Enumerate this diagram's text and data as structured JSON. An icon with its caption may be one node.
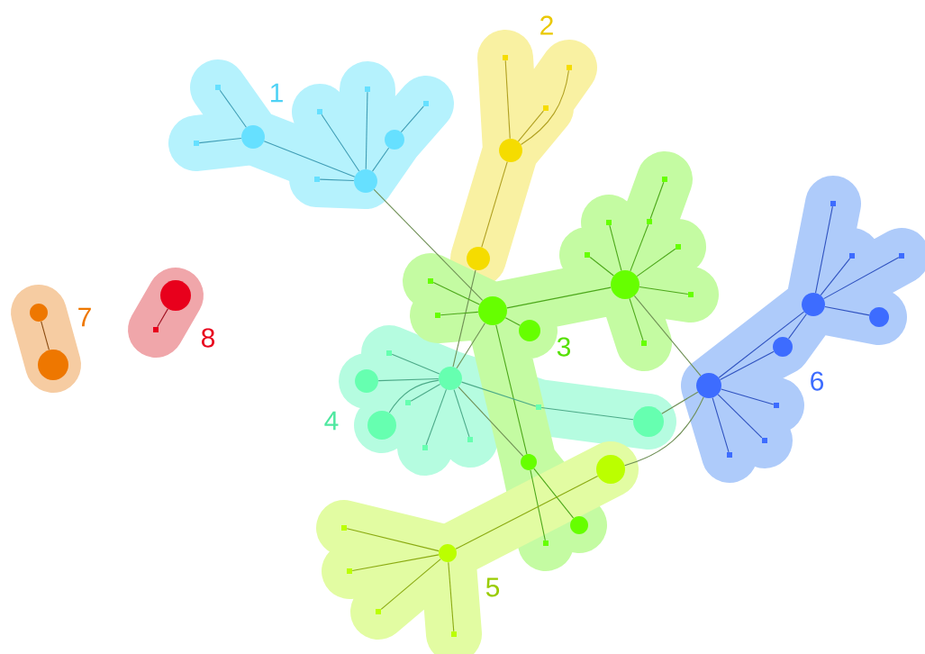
{
  "diagram": {
    "nodes": [
      {
        "text": [],
        "shape": "circle"
      },
      {
        "text": [],
        "shape": "box"
      },
      {
        "text": [],
        "shape": "box"
      },
      {
        "text": [],
        "shape": "circle"
      },
      {
        "text": [],
        "shape": "box"
      },
      {
        "text": [],
        "shape": "box"
      },
      {
        "text": [],
        "shape": "circle"
      },
      {
        "text": [],
        "shape": "box"
      },
      {
        "text": [],
        "shape": "box"
      },
      {
        "text": [],
        "shape": "box"
      },
      {
        "text": [],
        "shape": "box"
      },
      {
        "text": [],
        "shape": "box"
      },
      {
        "text": [],
        "shape": "circle"
      },
      {
        "text": [],
        "shape": "circle"
      },
      {
        "text": [],
        "shape": "box"
      },
      {
        "text": [],
        "shape": "box"
      },
      {
        "text": [],
        "shape": "box"
      },
      {
        "text": [],
        "shape": "box"
      },
      {
        "text": [],
        "shape": "box"
      },
      {
        "text": [],
        "shape": "box"
      },
      {
        "text": [],
        "shape": "circle"
      },
      {
        "text": [],
        "shape": "box"
      },
      {
        "text": [],
        "shape": "circle"
      },
      {
        "text": [],
        "shape": "box"
      },
      {
        "text": [],
        "shape": "circle"
      },
      {
        "text": [],
        "shape": "box"
      },
      {
        "text": [],
        "shape": "circle"
      },
      {
        "text": [],
        "shape": "circle"
      },
      {
        "text": [],
        "shape": "box"
      },
      {
        "text": [],
        "shape": "box"
      },
      {
        "text": [],
        "shape": "circle"
      },
      {
        "text": [],
        "shape": "circle"
      },
      {
        "text": [],
        "shape": "box"
      },
      {
        "text": [],
        "shape": "box"
      },
      {
        "text": [],
        "shape": "circle"
      },
      {
        "text": [],
        "shape": "circle"
      },
      {
        "text": [],
        "shape": "box"
      },
      {
        "text": [],
        "shape": "box"
      },
      {
        "text": [],
        "shape": "circle"
      },
      {
        "text": [],
        "shape": "box"
      },
      {
        "text": [],
        "shape": "circle"
      },
      {
        "text": [],
        "shape": "box"
      },
      {
        "text": [],
        "shape": "box"
      },
      {
        "text": [],
        "shape": "box"
      },
      {
        "text": [],
        "shape": "box"
      },
      {
        "text": [],
        "shape": "box"
      },
      {
        "text": [],
        "shape": "box"
      },
      {
        "text": [],
        "shape": "circle"
      },
      {
        "text": [],
        "shape": "circle"
      },
      {
        "text": [],
        "shape": "circle"
      },
      {
        "text": [],
        "shape": "circle"
      },
      {
        "text": [],
        "shape": "box"
      },
      {
        "text": [],
        "shape": "box"
      },
      {
        "text": [],
        "shape": "box"
      },
      {
        "text": [],
        "shape": "circle"
      },
      {
        "text": [],
        "shape": "circle"
      },
      {
        "text": [],
        "shape": "circle"
      },
      {
        "text": [],
        "shape": "box"
      }
    ],
    "edges": [
      {
        "from": 0,
        "to": 1,
        "arrow": "none",
        "color": "#3f9db5"
      },
      {
        "from": 0,
        "to": 2,
        "arrow": "none",
        "color": "#3f9db5"
      },
      {
        "from": 0,
        "to": 3,
        "arrow": "none",
        "color": "#3f9db5"
      },
      {
        "from": 3,
        "to": 4,
        "arrow": "none",
        "color": "#3f9db5"
      },
      {
        "from": 3,
        "to": 5,
        "arrow": "none",
        "color": "#3f9db5"
      },
      {
        "from": 3,
        "to": 6,
        "arrow": "none",
        "color": "#3f9db5"
      },
      {
        "from": 6,
        "to": 7,
        "arrow": "none",
        "color": "#3f9db5"
      },
      {
        "from": 3,
        "to": 8,
        "arrow": "none",
        "color": "#3f9db5"
      },
      {
        "from": 3,
        "to": 22,
        "arrow": "none",
        "color": "#6f8f55"
      },
      {
        "from": 12,
        "to": 9,
        "arrow": "none",
        "color": "#b0a020"
      },
      {
        "from": 12,
        "to": 10,
        "arrow": "none",
        "color": "#b0a020"
      },
      {
        "from": 12,
        "to": 11,
        "arrow": "none",
        "color": "#b0a020"
      },
      {
        "from": 12,
        "to": 13,
        "arrow": "none",
        "color": "#b0a020"
      },
      {
        "from": 13,
        "to": 30,
        "arrow": "none",
        "color": "#6f8f55"
      },
      {
        "from": 20,
        "to": 15,
        "arrow": "none",
        "color": "#4ca81a"
      },
      {
        "from": 15,
        "to": 14,
        "arrow": "none",
        "color": "#4ca81a"
      },
      {
        "from": 20,
        "to": 16,
        "arrow": "none",
        "color": "#4ca81a"
      },
      {
        "from": 20,
        "to": 17,
        "arrow": "none",
        "color": "#4ca81a"
      },
      {
        "from": 20,
        "to": 18,
        "arrow": "none",
        "color": "#4ca81a"
      },
      {
        "from": 20,
        "to": 21,
        "arrow": "none",
        "color": "#4ca81a"
      },
      {
        "from": 20,
        "to": 25,
        "arrow": "none",
        "color": "#4ca81a"
      },
      {
        "from": 20,
        "to": 22,
        "arrow": "none",
        "color": "#4ca81a"
      },
      {
        "from": 20,
        "to": 50,
        "arrow": "none",
        "color": "#6f8f55"
      },
      {
        "from": 22,
        "to": 19,
        "arrow": "none",
        "color": "#4ca81a"
      },
      {
        "from": 22,
        "to": 23,
        "arrow": "none",
        "color": "#4ca81a"
      },
      {
        "from": 22,
        "to": 24,
        "arrow": "none",
        "color": "#4ca81a"
      },
      {
        "from": 22,
        "to": 30,
        "arrow": "none",
        "color": "#6f8f55"
      },
      {
        "from": 22,
        "to": 26,
        "arrow": "none",
        "color": "#4ca81a"
      },
      {
        "from": 26,
        "to": 28,
        "arrow": "none",
        "color": "#4ca81a"
      },
      {
        "from": 26,
        "to": 27,
        "arrow": "none",
        "color": "#4ca81a"
      },
      {
        "from": 30,
        "to": 26,
        "arrow": "none",
        "color": "#6f8f55"
      },
      {
        "from": 30,
        "to": 29,
        "arrow": "none",
        "color": "#4caa88"
      },
      {
        "from": 30,
        "to": 31,
        "arrow": "none",
        "color": "#4caa88"
      },
      {
        "from": 30,
        "to": 32,
        "arrow": "none",
        "color": "#4caa88"
      },
      {
        "from": 30,
        "to": 35,
        "arrow": "none",
        "color": "#4caa88"
      },
      {
        "from": 30,
        "to": 37,
        "arrow": "none",
        "color": "#4caa88"
      },
      {
        "from": 30,
        "to": 36,
        "arrow": "none",
        "color": "#4caa88"
      },
      {
        "from": 30,
        "to": 33,
        "arrow": "none",
        "color": "#4caa88"
      },
      {
        "from": 33,
        "to": 34,
        "arrow": "none",
        "color": "#4caa88"
      },
      {
        "from": 34,
        "to": 50,
        "arrow": "none",
        "color": "#6f8f55"
      },
      {
        "from": 40,
        "to": 39,
        "arrow": "none",
        "color": "#8aaa10"
      },
      {
        "from": 40,
        "to": 41,
        "arrow": "none",
        "color": "#8aaa10"
      },
      {
        "from": 40,
        "to": 42,
        "arrow": "none",
        "color": "#8aaa10"
      },
      {
        "from": 40,
        "to": 43,
        "arrow": "none",
        "color": "#8aaa10"
      },
      {
        "from": 40,
        "to": 38,
        "arrow": "none",
        "color": "#8aaa10"
      },
      {
        "from": 38,
        "to": 50,
        "arrow": "none",
        "color": "#6f8f55"
      },
      {
        "from": 47,
        "to": 44,
        "arrow": "none",
        "color": "#2f52c0"
      },
      {
        "from": 47,
        "to": 45,
        "arrow": "none",
        "color": "#2f52c0"
      },
      {
        "from": 47,
        "to": 46,
        "arrow": "none",
        "color": "#2f52c0"
      },
      {
        "from": 47,
        "to": 48,
        "arrow": "none",
        "color": "#2f52c0"
      },
      {
        "from": 47,
        "to": 49,
        "arrow": "none",
        "color": "#2f52c0"
      },
      {
        "from": 50,
        "to": 47,
        "arrow": "none",
        "color": "#2f52c0"
      },
      {
        "from": 50,
        "to": 49,
        "arrow": "none",
        "color": "#2f52c0"
      },
      {
        "from": 50,
        "to": 51,
        "arrow": "none",
        "color": "#2f52c0"
      },
      {
        "from": 50,
        "to": 52,
        "arrow": "none",
        "color": "#2f52c0"
      },
      {
        "from": 50,
        "to": 53,
        "arrow": "none",
        "color": "#2f52c0"
      },
      {
        "from": 54,
        "to": 55,
        "arrow": "none",
        "color": "#8a4a10"
      },
      {
        "from": 56,
        "to": 57,
        "arrow": "none",
        "color": "#a01020"
      }
    ],
    "labels": [
      "1",
      "2",
      "3",
      "4",
      "5",
      "6",
      "7",
      "8"
    ]
  }
}
